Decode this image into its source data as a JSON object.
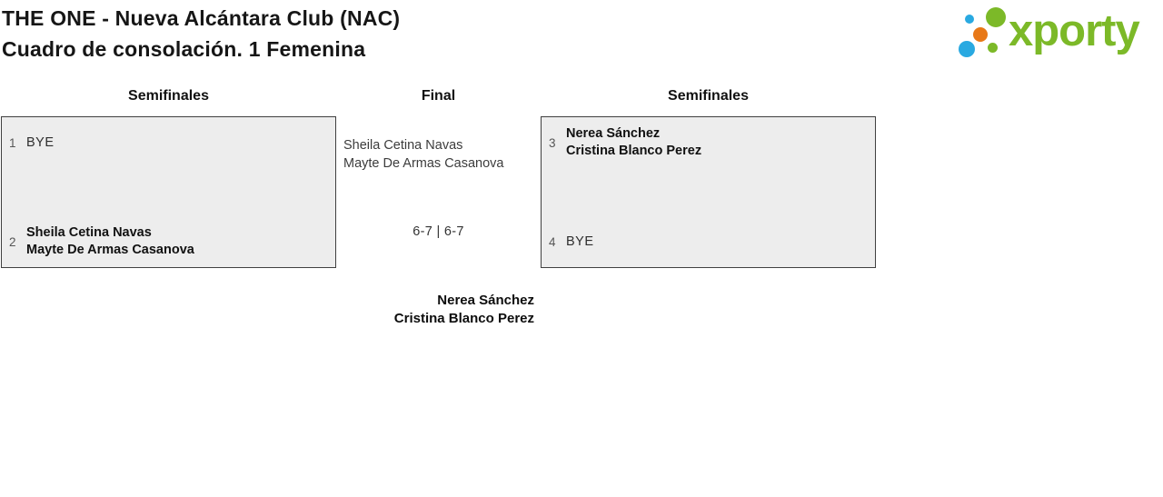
{
  "header": {
    "title_line1": "THE ONE - Nueva Alcántara Club (NAC)",
    "title_line2": "Cuadro de consolación. 1 Femenina"
  },
  "logo": {
    "wordmark": "xporty",
    "colors": {
      "green": "#7cb928",
      "blue": "#29a9e1",
      "orange": "#e87817"
    }
  },
  "colors": {
    "match_box_bg": "#ededed",
    "match_box_border": "#404040",
    "page_bg": "#ffffff"
  },
  "rounds": {
    "left": "Semifinales",
    "center": "Final",
    "right": "Semifinales"
  },
  "semifinal_left": {
    "slot1": {
      "seed": "1",
      "name1": "BYE"
    },
    "slot2": {
      "seed": "2",
      "name1": "Sheila Cetina Navas",
      "name2": "Mayte De Armas Casanova"
    }
  },
  "semifinal_right": {
    "slot1": {
      "seed": "3",
      "name1": "Nerea Sánchez",
      "name2": "Cristina Blanco Perez"
    },
    "slot2": {
      "seed": "4",
      "name1": "BYE"
    }
  },
  "final": {
    "team": {
      "name1": "Sheila Cetina Navas",
      "name2": "Mayte De Armas Casanova"
    },
    "score": "6-7 | 6-7",
    "winner": {
      "name1": "Nerea Sánchez",
      "name2": "Cristina Blanco Perez"
    }
  }
}
